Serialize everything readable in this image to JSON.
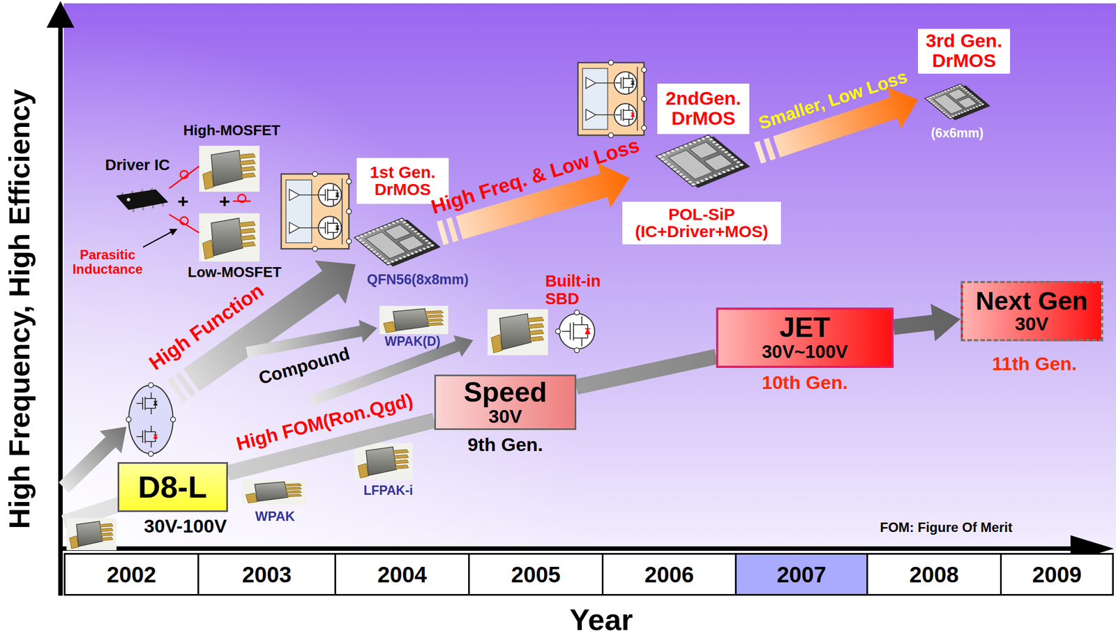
{
  "diagram": {
    "nodes": [
      {
        "text": [
          "D8-L"
        ]
      },
      {
        "text": [
          "Speed",
          "30V"
        ]
      },
      {
        "text": [
          "JET",
          "30V~100V"
        ]
      },
      {
        "text": [
          "Next Gen",
          "30V"
        ]
      },
      {
        "text": [
          "1st Gen. DrMOS"
        ]
      },
      {
        "text": [
          "2ndGen. DrMOS"
        ]
      },
      {
        "text": [
          "POL-SiP (IC+Driver+MOS)"
        ]
      },
      {
        "text": [
          "3rd Gen. DrMOS"
        ]
      },
      {
        "text": [
          "2002"
        ]
      },
      {
        "text": [
          "2003"
        ]
      },
      {
        "text": [
          "2004"
        ]
      },
      {
        "text": [
          "2005"
        ]
      },
      {
        "text": [
          "2006"
        ]
      },
      {
        "text": [
          "2007"
        ]
      },
      {
        "text": [
          "2008"
        ]
      },
      {
        "text": [
          "2009"
        ]
      }
    ],
    "edges": [
      {
        "from": 0,
        "to": 1,
        "arrow": "none",
        "label": "High FOM(Ron.Qgd)"
      },
      {
        "from": 1,
        "to": 2,
        "arrow": "none"
      },
      {
        "from": 2,
        "to": 3,
        "arrow": "to"
      }
    ],
    "labels": [
      "High Frequency, High Efficiency",
      "Year",
      "Driver IC",
      "High-MOSFET",
      "Low-MOSFET",
      "+",
      "+",
      "Parasitic Inductance",
      "High Function",
      "Compound",
      "WPAK(D)",
      "QFN56(8x8mm)",
      "High Freq. & Low Loss",
      "Smaller, Low Loss",
      "(6x6mm)",
      "Built-in SBD",
      "30V-100V",
      "WPAK",
      "LFPAK-i",
      "9th Gen.",
      "10th Gen.",
      "11th Gen.",
      "FOM: Figure Of Merit"
    ]
  }
}
